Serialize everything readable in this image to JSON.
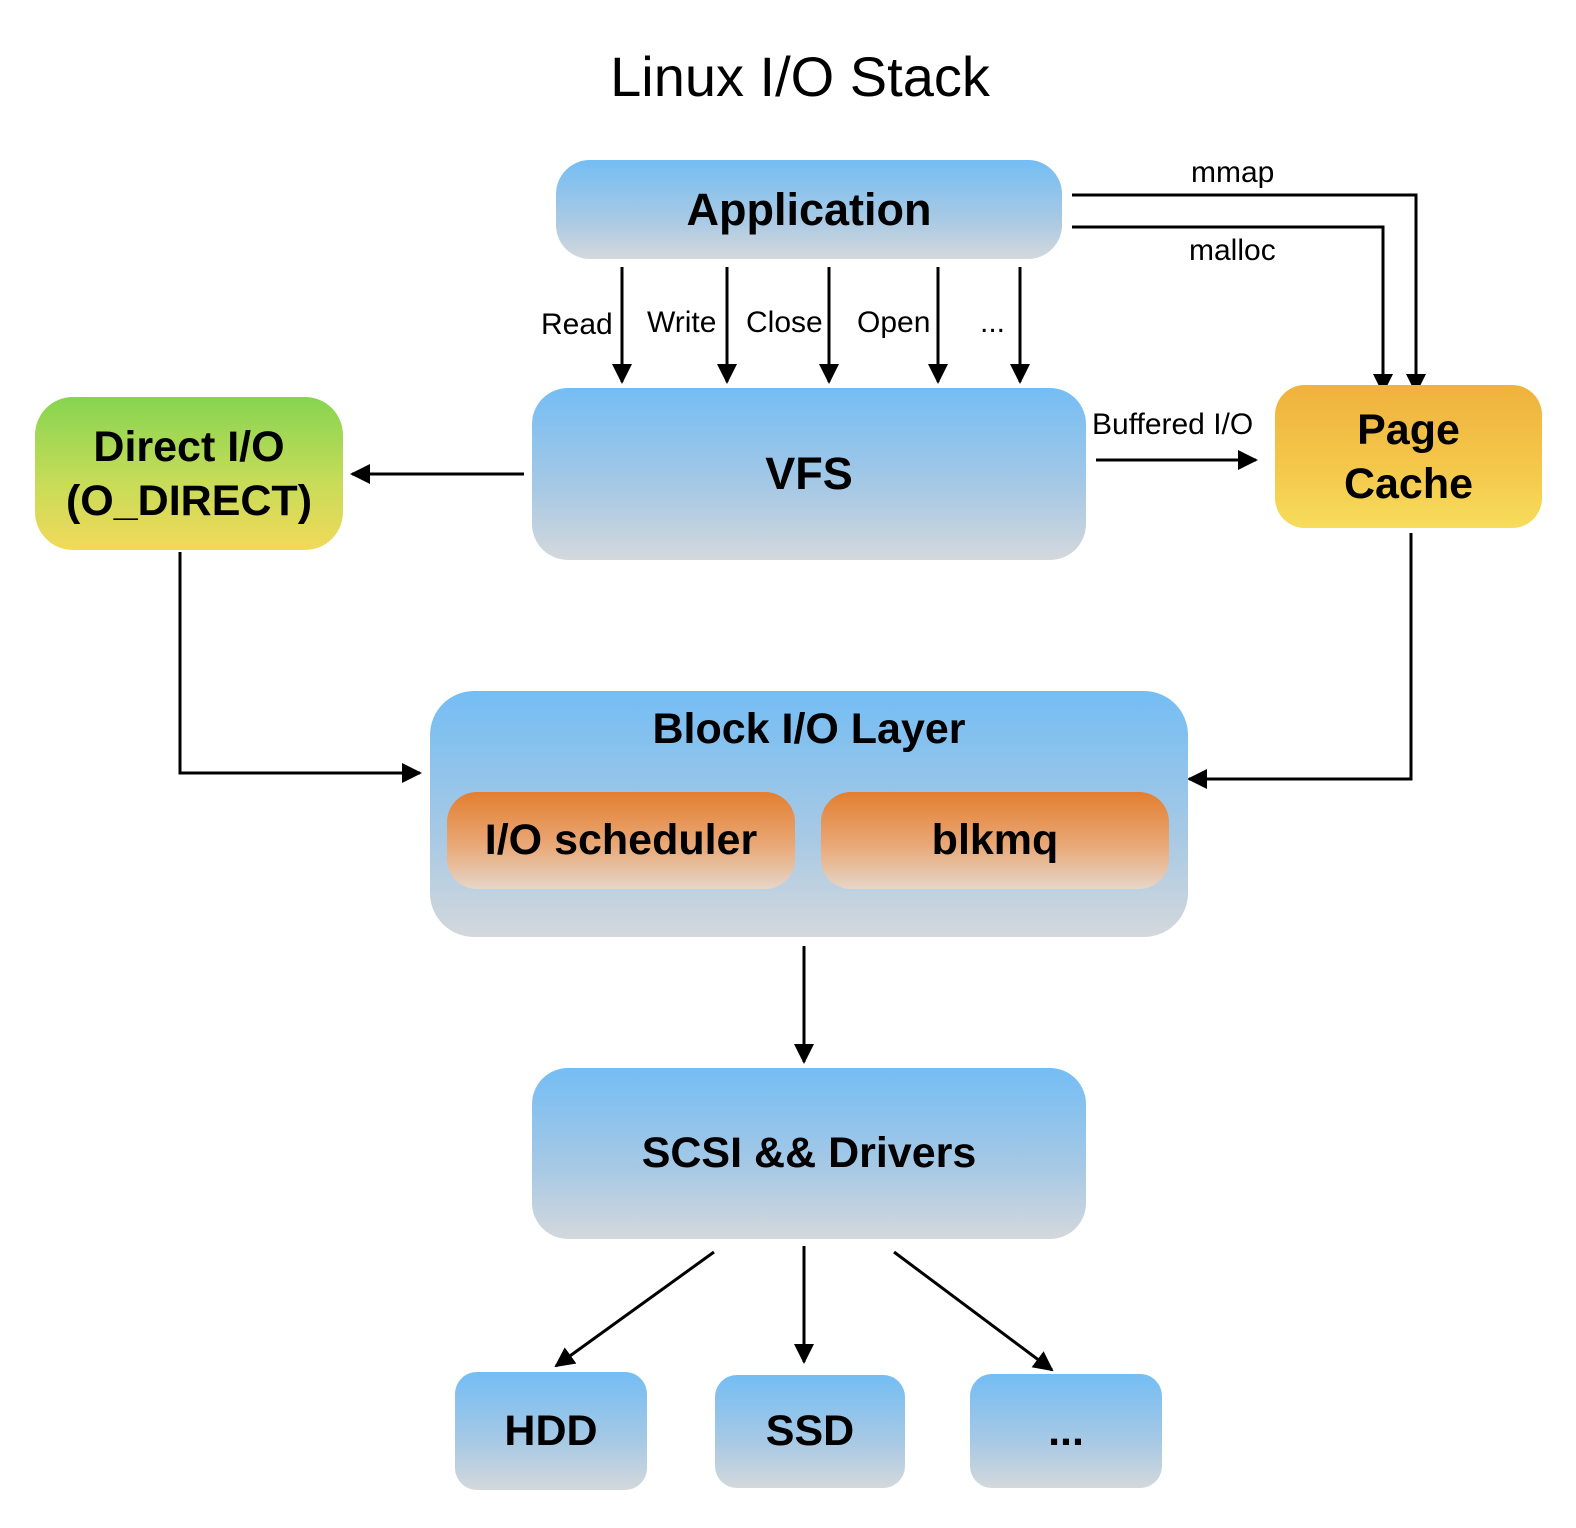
{
  "title": "Linux I/O Stack",
  "nodes": {
    "application": "Application",
    "vfs": "VFS",
    "direct_io_line1": "Direct I/O",
    "direct_io_line2": "(O_DIRECT)",
    "page_cache_line1": "Page",
    "page_cache_line2": "Cache",
    "block_io_layer": "Block I/O Layer",
    "io_scheduler": "I/O scheduler",
    "blkmq": "blkmq",
    "scsi_drivers": "SCSI && Drivers",
    "hdd": "HDD",
    "ssd": "SSD",
    "more_devices": "..."
  },
  "edge_labels": {
    "read": "Read",
    "write": "Write",
    "close": "Close",
    "open": "Open",
    "more_calls": "...",
    "mmap": "mmap",
    "malloc": "malloc",
    "buffered_io": "Buffered I/O"
  },
  "colors": {
    "box_blue_top": "#74bdf4",
    "box_blue_bottom": "#d4d8dc",
    "direct_io_top": "#86d451",
    "direct_io_bottom": "#f2d95a",
    "page_cache_top": "#efb23d",
    "page_cache_bottom": "#f7dc5c",
    "sub_box_top": "#e27f31",
    "sub_box_bottom": "#e5d6c8",
    "arrow": "#000000"
  }
}
